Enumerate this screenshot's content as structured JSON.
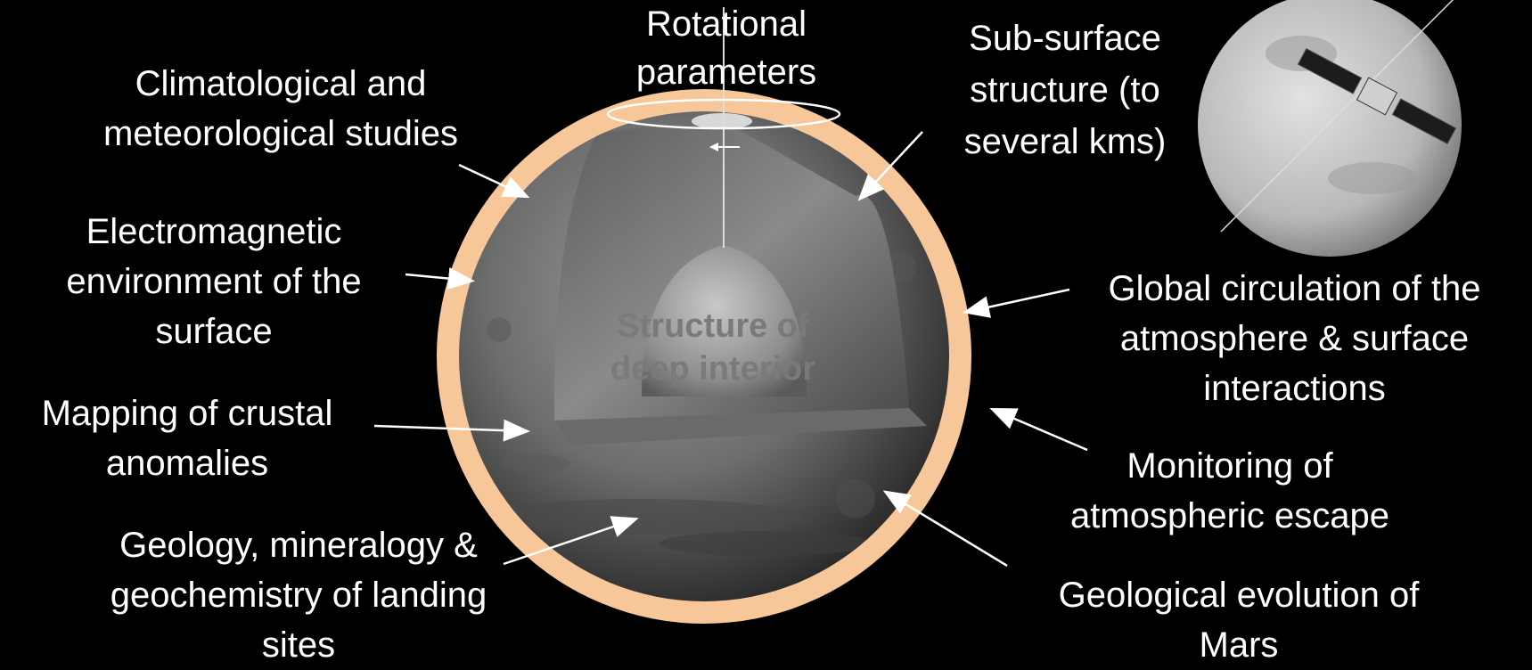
{
  "labels": {
    "rotational": "Rotational\nparameters",
    "subsurface": "Sub-surface\nstructure (to\nseveral kms)",
    "climate": "Climatological and\nmeteorological studies",
    "electromagnetic": "Electromagnetic\nenvironment of the\nsurface",
    "global_circulation": "Global circulation of the\natmosphere & surface\ninteractions",
    "crustal": "Mapping of crustal\nanomalies",
    "escape": "Monitoring of\natmospheric escape",
    "geology_landing": "Geology, mineralogy &\ngeochemistry of landing\nsites",
    "geological_evolution": "Geological evolution of\nMars",
    "deep_interior": "Structure of\ndeep interior"
  },
  "colors": {
    "background": "#000000",
    "atmosphere_ring": "#f7c79a",
    "text": "#ffffff",
    "arrow": "#ffffff"
  },
  "icons": {
    "planet": "mars-cutaway-illustration",
    "spacecraft": "orbiter-over-mars-photo"
  }
}
